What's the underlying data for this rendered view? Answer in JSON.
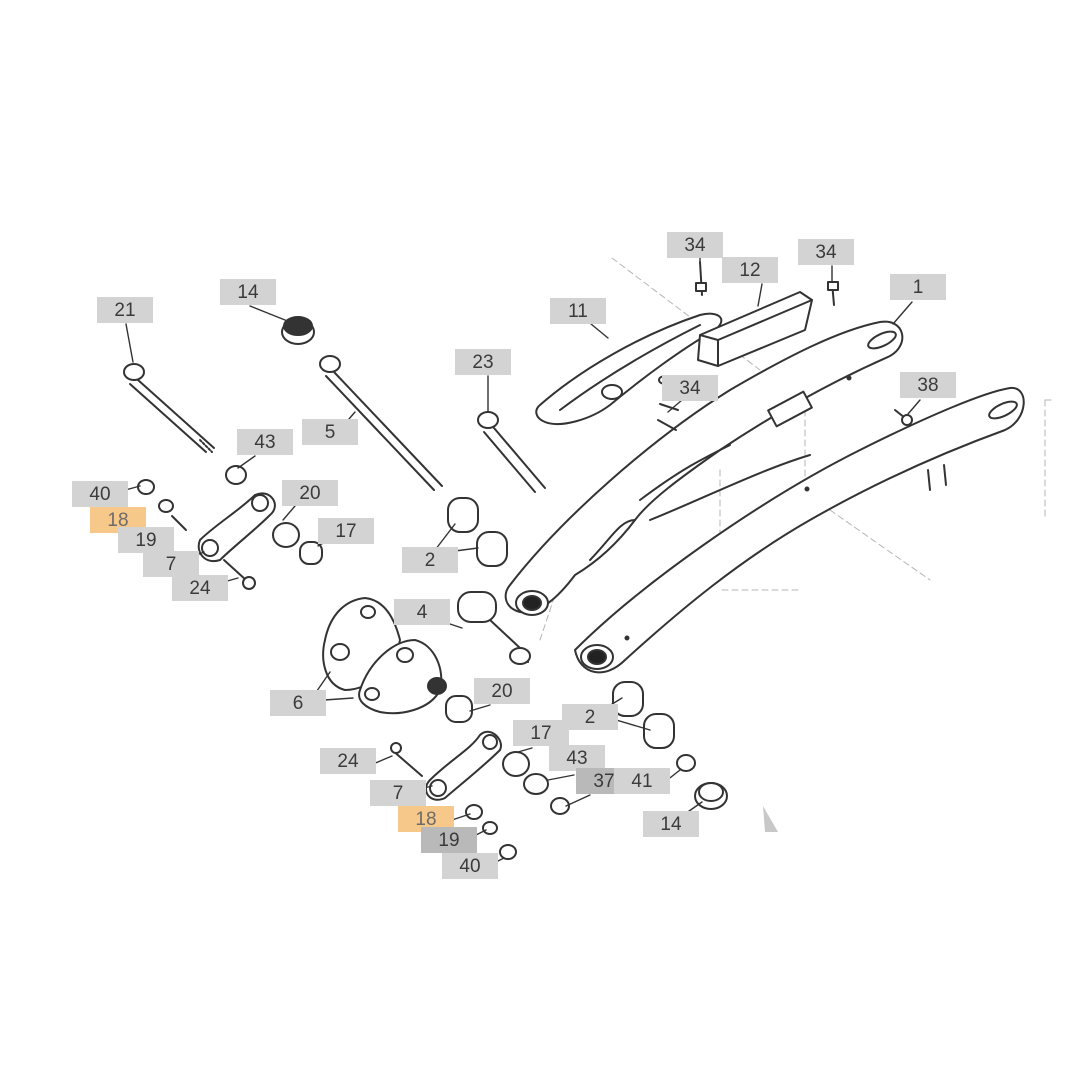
{
  "diagram": {
    "colors": {
      "highlight": "#f6c98a",
      "label_bg": "#d3d3d3",
      "line": "#333333"
    },
    "callouts": {
      "c21": "21",
      "c14a": "14",
      "c5": "5",
      "c23": "23",
      "c11": "11",
      "c34a": "34",
      "c12": "12",
      "c34b": "34",
      "c1": "1",
      "c34c": "34",
      "c38": "38",
      "c43a": "43",
      "c20a": "20",
      "c40a": "40",
      "c18a": "18",
      "c19a": "19",
      "c17a": "17",
      "c7a": "7",
      "c24a": "24",
      "c2a": "2",
      "c4": "4",
      "c6": "6",
      "c20b": "20",
      "c2b": "2",
      "c17b": "17",
      "c24b": "24",
      "c43b": "43",
      "c37": "37",
      "c41": "41",
      "c7b": "7",
      "c18b": "18",
      "c19b": "19",
      "c40b": "40",
      "c14b": "14"
    }
  }
}
